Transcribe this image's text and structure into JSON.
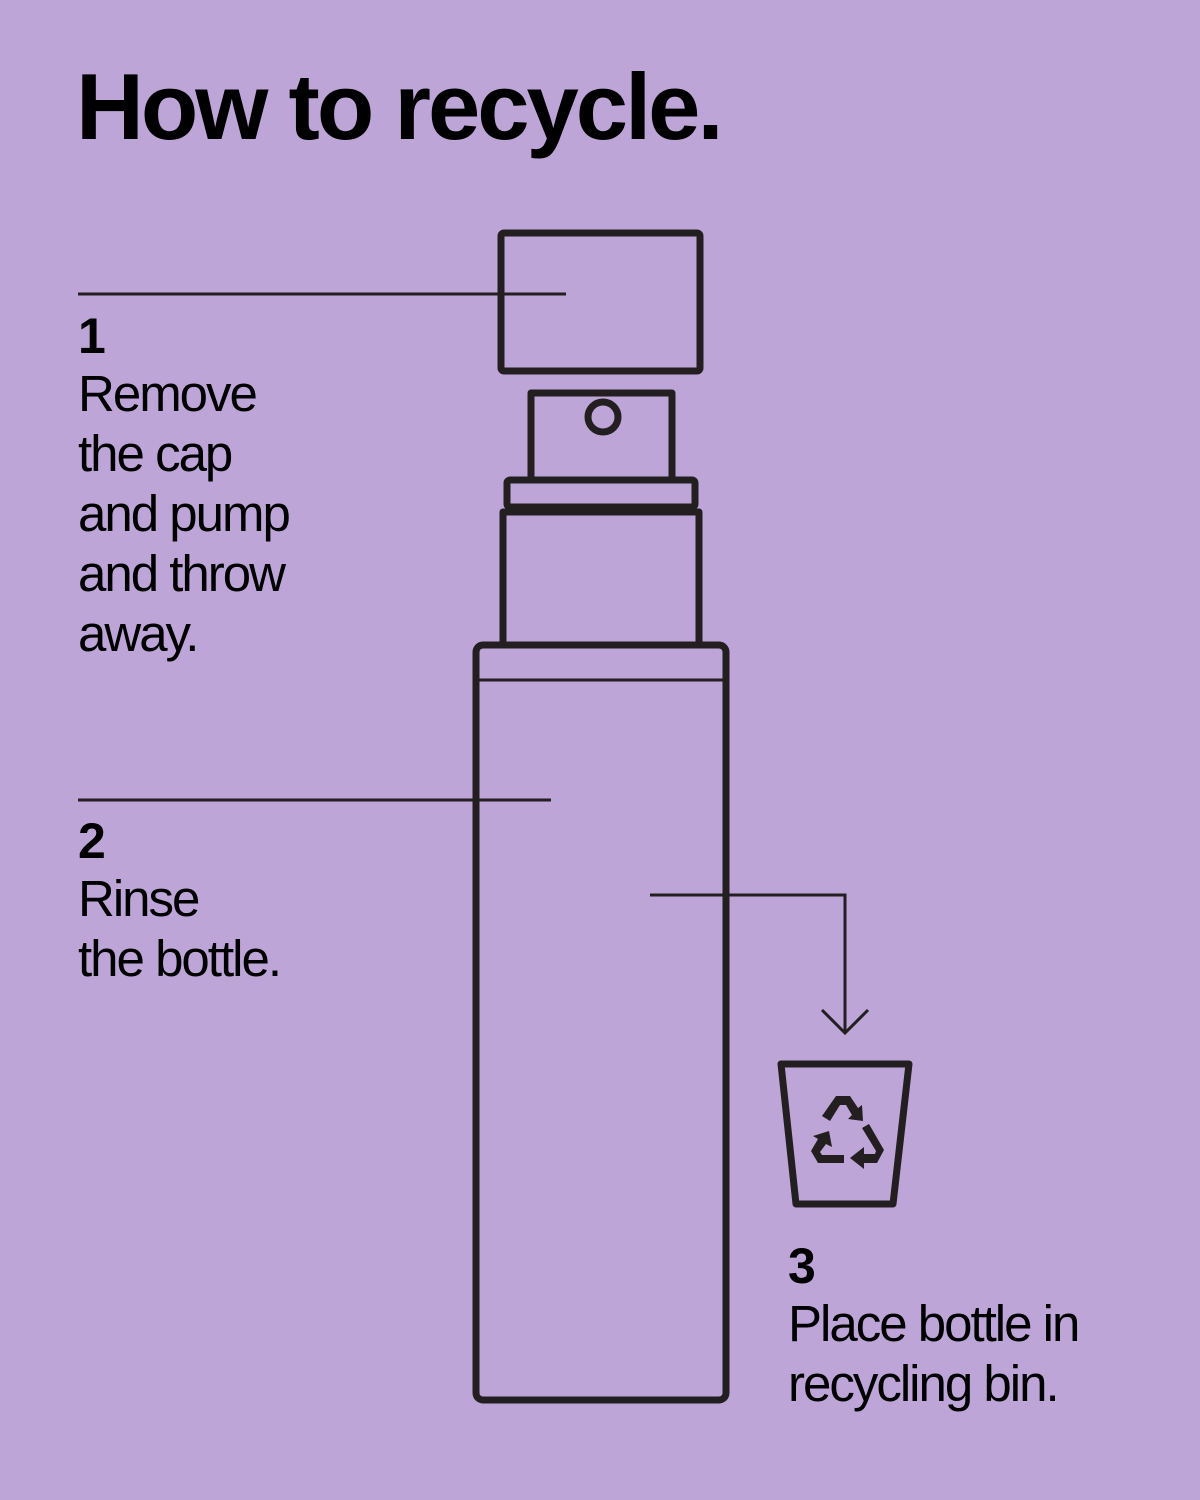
{
  "page": {
    "title": "How to recycle.",
    "background_color": "#bea5d7",
    "line_color": "#231f20"
  },
  "steps": [
    {
      "number": "1",
      "text": "Remove\nthe cap\nand pump\nand throw\naway."
    },
    {
      "number": "2",
      "text": "Rinse\nthe bottle."
    },
    {
      "number": "3",
      "text": "Place bottle in\nrecycling bin."
    }
  ],
  "icons": {
    "bottle": "spray-bottle-icon",
    "bin": "recycling-bin-icon",
    "recycle_symbol": "recycle-symbol-icon"
  }
}
